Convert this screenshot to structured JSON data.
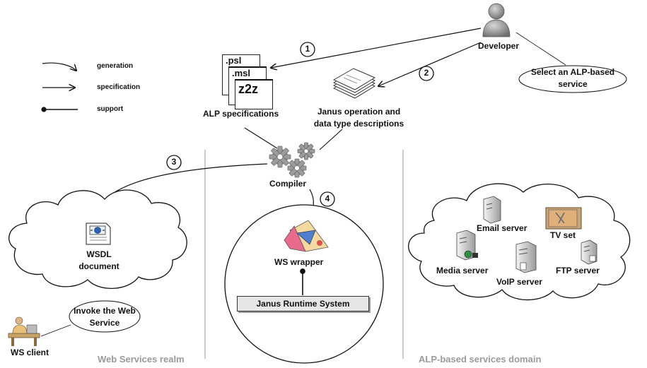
{
  "legend": {
    "generation": "generation",
    "specification": "specification",
    "support": "support"
  },
  "nodes": {
    "developer": "Developer",
    "select_service": [
      "Select an ALP-based",
      "service"
    ],
    "alp_specs": "ALP specifications",
    "janus_desc": [
      "Janus operation and",
      "data type descriptions"
    ],
    "compiler": "Compiler",
    "wsdl": [
      "WSDL",
      "document"
    ],
    "ws_wrapper": "WS wrapper",
    "runtime": "Janus Runtime System",
    "invoke": [
      "Invoke the Web",
      "Service"
    ],
    "ws_client": "WS client",
    "email_server": "Email server",
    "tv_set": "TV set",
    "media_server": "Media server",
    "voip_server": "VoIP server",
    "ftp_server": "FTP server"
  },
  "files": {
    "psl": ".psl",
    "msl": ".msl",
    "z2z": "z2z"
  },
  "steps": [
    "1",
    "2",
    "3",
    "4"
  ],
  "realms": {
    "web_services": "Web Services realm",
    "alp_domain": "ALP-based services domain"
  },
  "icons": {
    "developer": "person-icon",
    "compiler": "gears-icon",
    "wsdl": "web-document-icon",
    "ws_wrapper": "component-icon",
    "servers": "server-icon",
    "tv": "television-icon",
    "client": "user-at-computer-icon"
  },
  "colors": {
    "realm_text": "#9a9a9a",
    "person": "#8a8a8a",
    "gear": "#9c9c9c"
  }
}
